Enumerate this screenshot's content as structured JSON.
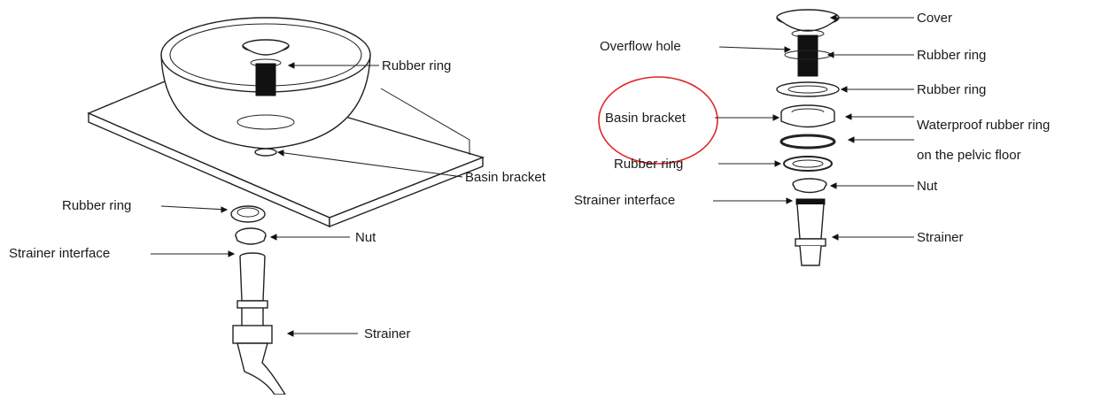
{
  "left_diagram": {
    "labels": {
      "rubber_ring_top": "Rubber ring",
      "basin_bracket": "Basin bracket",
      "rubber_ring_lower": "Rubber ring",
      "nut": "Nut",
      "strainer_interface": "Strainer interface",
      "strainer": "Strainer"
    }
  },
  "right_diagram": {
    "labels": {
      "cover": "Cover",
      "overflow_hole": "Overflow hole",
      "rubber_ring_1": "Rubber ring",
      "rubber_ring_2": "Rubber ring",
      "basin_bracket": "Basin bracket",
      "waterproof_line1": "Waterproof rubber ring",
      "waterproof_line2": "on the pelvic floor",
      "rubber_ring_3": "Rubber ring",
      "nut": "Nut",
      "strainer_interface": "Strainer interface",
      "strainer": "Strainer"
    },
    "highlight_color": "#e0262a"
  }
}
